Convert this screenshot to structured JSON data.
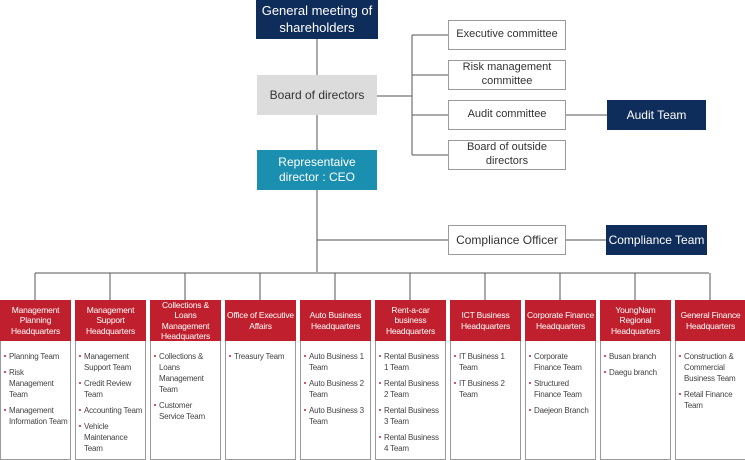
{
  "shareholders": "General meeting of shareholders",
  "board": "Board of directors",
  "committees": [
    "Executive committee",
    "Risk management committee",
    "Audit committee",
    "Board of outside directors"
  ],
  "audit_team": "Audit Team",
  "ceo": "Representaive director : CEO",
  "compliance_officer": "Compliance Officer",
  "compliance_team": "Compliance Team",
  "headquarters": [
    {
      "name": "Management Planning Headquarters",
      "teams": [
        "Planning Team",
        "Risk Management Team",
        "Management Information Team"
      ]
    },
    {
      "name": "Management Support Headquarters",
      "teams": [
        "Management Support Team",
        "Credit Review Team",
        "Accounting Team",
        "Vehicle Maintenance Team"
      ]
    },
    {
      "name": "Collections & Loans Management Headquarters",
      "teams": [
        "Collections & Loans Management Team",
        "Customer Service Team"
      ]
    },
    {
      "name": "Office of Executive Affairs",
      "teams": [
        "Treasury Team"
      ]
    },
    {
      "name": "Auto Business Headquarters",
      "teams": [
        "Auto Business 1 Team",
        "Auto Business 2 Team",
        "Auto Business 3 Team"
      ]
    },
    {
      "name": "Rent-a-car business Headquarters",
      "teams": [
        "Rental Business 1 Team",
        "Rental Business 2 Team",
        "Rental Business 3 Team",
        "Rental Business 4 Team"
      ]
    },
    {
      "name": "ICT Business Headquarters",
      "teams": [
        "IT Business 1 Team",
        "IT Business 2 Team"
      ]
    },
    {
      "name": "Corporate Finance Headquarters",
      "teams": [
        "Corporate Finance Team",
        "Structured Finance Team",
        "Daejeon Branch"
      ]
    },
    {
      "name": "YoungNam Regional Headquarters",
      "teams": [
        "Busan branch",
        "Daegu branch"
      ]
    },
    {
      "name": "General Finance Headquarters",
      "teams": [
        "Construction & Commercial Business Team",
        "Retail Finance Team"
      ]
    }
  ]
}
